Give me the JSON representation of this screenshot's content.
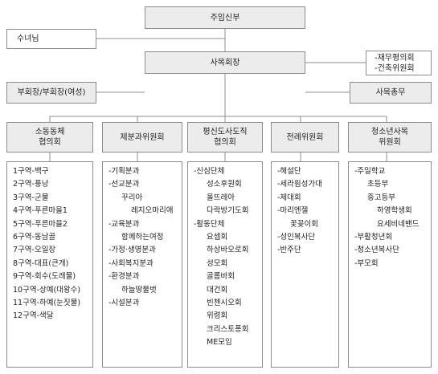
{
  "top": {
    "celebrant": "주임신부",
    "pastoral_committee": "사목회장"
  },
  "nun": "수녀님",
  "vice_president": "부회장/부회장(여성)",
  "secretary_general": "사목총무",
  "finance_committees": [
    "-재무평의회",
    "-건축위원회"
  ],
  "columns": [
    {
      "title_lines": [
        "소동동체",
        "협의회"
      ],
      "items": [
        {
          "text": "1구역-백구"
        },
        {
          "text": "2구역-풍낭"
        },
        {
          "text": "3구역-군물"
        },
        {
          "text": "4구역-푸른마을1"
        },
        {
          "text": "5구역-푸른마을2"
        },
        {
          "text": "6구역-동남골"
        },
        {
          "text": "7구역-오일장"
        },
        {
          "text": "8구역-대표(큰개)"
        },
        {
          "text": "9구역-회수(도래물)"
        },
        {
          "text": "10구역-상예(대왕수)"
        },
        {
          "text": "11구역-하예(눈짓물)"
        },
        {
          "text": "12구역-색달"
        }
      ]
    },
    {
      "title_lines": [
        "제분과위원회"
      ],
      "items": [
        {
          "text": "-기획분과"
        },
        {
          "text": "-선교분과"
        },
        {
          "text": "꾸리아",
          "indent": 1
        },
        {
          "text": "레지오마리애",
          "indent": 2
        },
        {
          "text": "-교육분과"
        },
        {
          "text": "함께하는여정",
          "indent": 1
        },
        {
          "text": "-가정·생명분과"
        },
        {
          "text": "-사회복지분과"
        },
        {
          "text": "-환경분과"
        },
        {
          "text": "하늘땅물벗",
          "indent": 1
        },
        {
          "text": "-시설분과"
        }
      ]
    },
    {
      "title_lines": [
        "평신도사도직",
        "협의회"
      ],
      "items": [
        {
          "text": "-신심단체"
        },
        {
          "text": "성소후원회",
          "indent": 1
        },
        {
          "text": "올뜨레아",
          "indent": 1
        },
        {
          "text": "다락방기도회",
          "indent": 1
        },
        {
          "text": "-활동단체"
        },
        {
          "text": "요셉회",
          "indent": 1
        },
        {
          "text": "하상바오로회",
          "indent": 1
        },
        {
          "text": "성모회",
          "indent": 1
        },
        {
          "text": "골롬바회",
          "indent": 1
        },
        {
          "text": "대건회",
          "indent": 1
        },
        {
          "text": "빈첸시오회",
          "indent": 1
        },
        {
          "text": "위령회",
          "indent": 1
        },
        {
          "text": "크리스토퐁회",
          "indent": 1
        },
        {
          "text": "ME모임",
          "indent": 1
        }
      ]
    },
    {
      "title_lines": [
        "전례위원회"
      ],
      "items": [
        {
          "text": "-해설단"
        },
        {
          "text": "-세라핌성가대"
        },
        {
          "text": "-제대회"
        },
        {
          "text": "-마리엔젤"
        },
        {
          "text": "꽃꽂이회",
          "indent": 1
        },
        {
          "text": "-성인복사단"
        },
        {
          "text": "-반주단"
        }
      ]
    },
    {
      "title_lines": [
        "청소년사목",
        "위원회"
      ],
      "items": [
        {
          "text": "-주일학교"
        },
        {
          "text": "초등부",
          "indent": 1
        },
        {
          "text": "중고등부",
          "indent": 1
        },
        {
          "text": "하영학생회",
          "indent": 2
        },
        {
          "text": "요세비네밴드",
          "indent": 2
        },
        {
          "text": "-부활청년회"
        },
        {
          "text": "-청소년복사단"
        },
        {
          "text": "-부모회"
        }
      ]
    }
  ]
}
